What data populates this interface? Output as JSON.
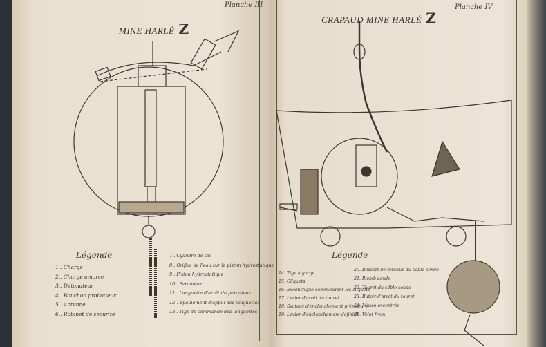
{
  "left_page": {
    "plate": "Planche III",
    "title": "MINE HARLÉ",
    "title_letter": "Z",
    "legend_title": "Légende",
    "legend_col1": [
      "1.. Charge",
      "2.. Charge amorce",
      "3.. Détonateur",
      "4.. Bouchon protecteur",
      "5.. Antenne",
      "6.. Robinet de sécurité"
    ],
    "legend_col2": [
      "7.. Cylindre de sel",
      "8.. Orifice de l'eau sur le piston hydrostatique",
      "9.. Piston hydrostatique",
      "10.. Percuteur",
      "11.. Languette d'arrêt du percuteur",
      "12.. Épaulement d'appui des languettes",
      "13.. Tige de commande des languettes"
    ]
  },
  "right_page": {
    "plate": "Planche IV",
    "title": "CRAPAUD MINE HARLÉ",
    "title_letter": "Z",
    "legend_title": "Légende",
    "legend_col1": [
      "14. Tige à gorge",
      "15. Cliquets",
      "16. Excentrique commandant les cliquets",
      "17. Levier d'arrêt du touret",
      "18. Secteur d'enclenchement prématuré",
      "19. Levier d'enclenchement définitif"
    ],
    "legend_col2": [
      "20. Ressort de retenue du câble sonde",
      "21. Plomb sonde",
      "22. Touret du câble sonde",
      "23. Butoir d'arrêt du touret",
      "24. Masse excentrée",
      "25. Volet frein"
    ]
  },
  "colors": {
    "paper": "#e8dfcf",
    "ink": "#3a342c",
    "binding": "#2c3138"
  }
}
